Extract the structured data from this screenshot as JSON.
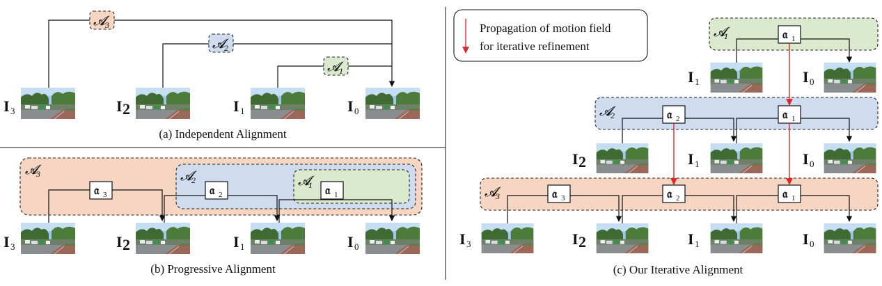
{
  "captions": {
    "a": "(a) Independent Alignment",
    "b": "(b) Progressive Alignment",
    "c": "(c) Our Iterative Alignment"
  },
  "legend": {
    "line1": "Propagation of motion field",
    "line2": "for iterative refinement",
    "arrow_color": "#d92a2a"
  },
  "symbols": {
    "frame": "I",
    "global_align": "𝓐",
    "local_align": "𝔞",
    "idx0": "0",
    "idx1": "1",
    "idx2": "2",
    "idx3": "3"
  },
  "colors": {
    "A1": "#dbe9cf",
    "A2": "#cfdcef",
    "A3": "#f7d5c3",
    "arrow": "#d92a2a",
    "line": "#111111"
  },
  "images": {
    "thumbnail": "street-scene-photo"
  }
}
